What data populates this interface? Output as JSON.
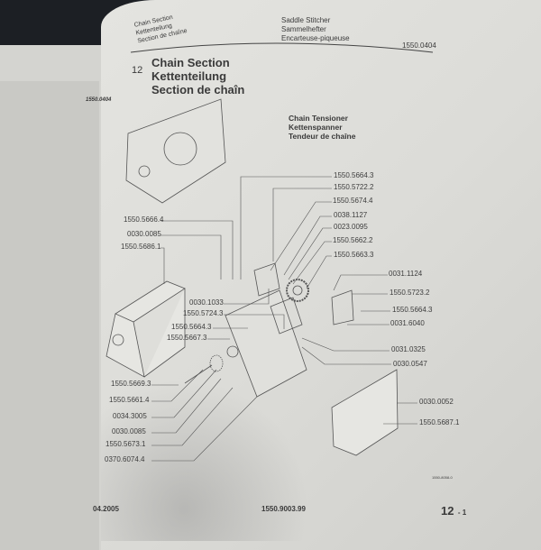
{
  "side_page": {
    "code": "1550.0404"
  },
  "header": {
    "section_lines": [
      "Chain Section",
      "Kettenteilung",
      "Section de chaîne"
    ],
    "machine_lines": [
      "Saddle Stitcher",
      "Sammelhefter",
      "Encarteuse-piqueuse"
    ],
    "machine_code": "1550.0404"
  },
  "title": {
    "number": "12",
    "lines": [
      "Chain Section",
      "Kettenteilung",
      "Section de chaîn"
    ]
  },
  "subtitle": {
    "lines": [
      "Chain Tensioner",
      "Kettenspanner",
      "Tendeur de chaîne"
    ]
  },
  "parts_right": [
    "1550.5664.3",
    "1550.5722.2",
    "1550.5674.4",
    "0038.1127",
    "0023.0095",
    "1550.5662.2",
    "1550.5663.3",
    "0031.1124",
    "1550.5723.2",
    "1550.5664.3",
    "0031.6040",
    "0031.0325",
    "0030.0547",
    "0030.0052",
    "1550.5687.1"
  ],
  "parts_left": [
    "1550.5666.4",
    "0030.0085",
    "1550.5686.1",
    "0030.1033",
    "1550.5724.3",
    "1550.5664.3",
    "1550.5667.3",
    "1550.5669.3",
    "1550.5661.4",
    "0034.3005",
    "0030.0085",
    "1550.5673.1",
    "0370.6074.4"
  ],
  "drawing_code": "1550-8058-0",
  "footer": {
    "date": "04.2005",
    "doc_number": "1550.9003.99",
    "page_major": "12",
    "page_minor": "- 1"
  }
}
